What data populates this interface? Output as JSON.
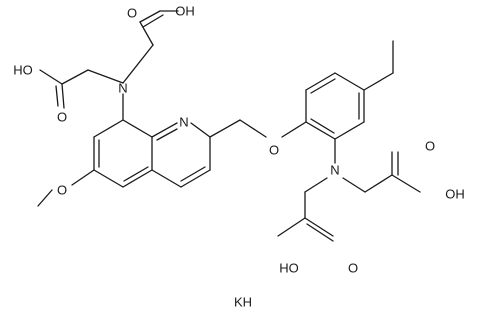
{
  "diagram": {
    "labels": {
      "oh_top": "OH",
      "ho_left": "HO",
      "o_top_carbonyl": "O",
      "o_left_carbonyl": "O",
      "n_amine_left": "N",
      "n_quinoline": "N",
      "o_ether": "O",
      "o_methoxy": "O",
      "n_amine_right": "N",
      "o_right_carbonyl": "O",
      "oh_right": "OH",
      "ho_bottom": "HO",
      "o_bottom_carbonyl": "O"
    },
    "counterion": "KH"
  }
}
